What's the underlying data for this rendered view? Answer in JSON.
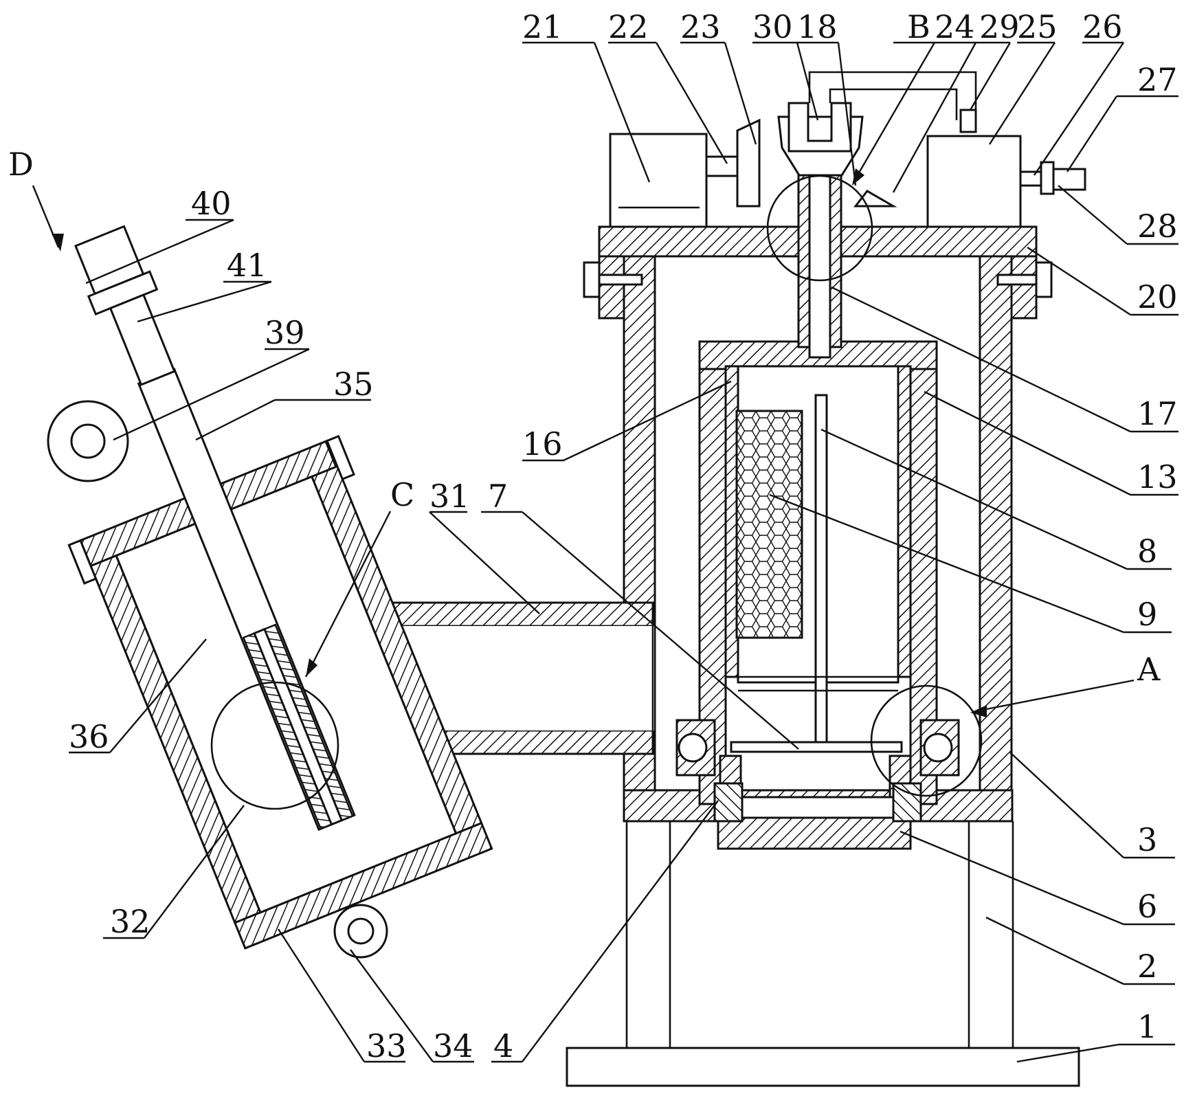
{
  "labels": {
    "l1": "1",
    "l2": "2",
    "l3": "3",
    "l4": "4",
    "l6": "6",
    "l7": "7",
    "l8": "8",
    "l9": "9",
    "l13": "13",
    "l16": "16",
    "l17": "17",
    "l18": "18",
    "l20": "20",
    "l21": "21",
    "l22": "22",
    "l23": "23",
    "l24": "24",
    "l25": "25",
    "l26": "26",
    "l27": "27",
    "l28": "28",
    "l29": "29",
    "l30": "30",
    "l31": "31",
    "l32": "32",
    "l33": "33",
    "l34": "34",
    "l35": "35",
    "l36": "36",
    "l39": "39",
    "l40": "40",
    "l41": "41",
    "detail_a": "A",
    "detail_b": "B",
    "detail_c": "C",
    "view_d": "D"
  }
}
